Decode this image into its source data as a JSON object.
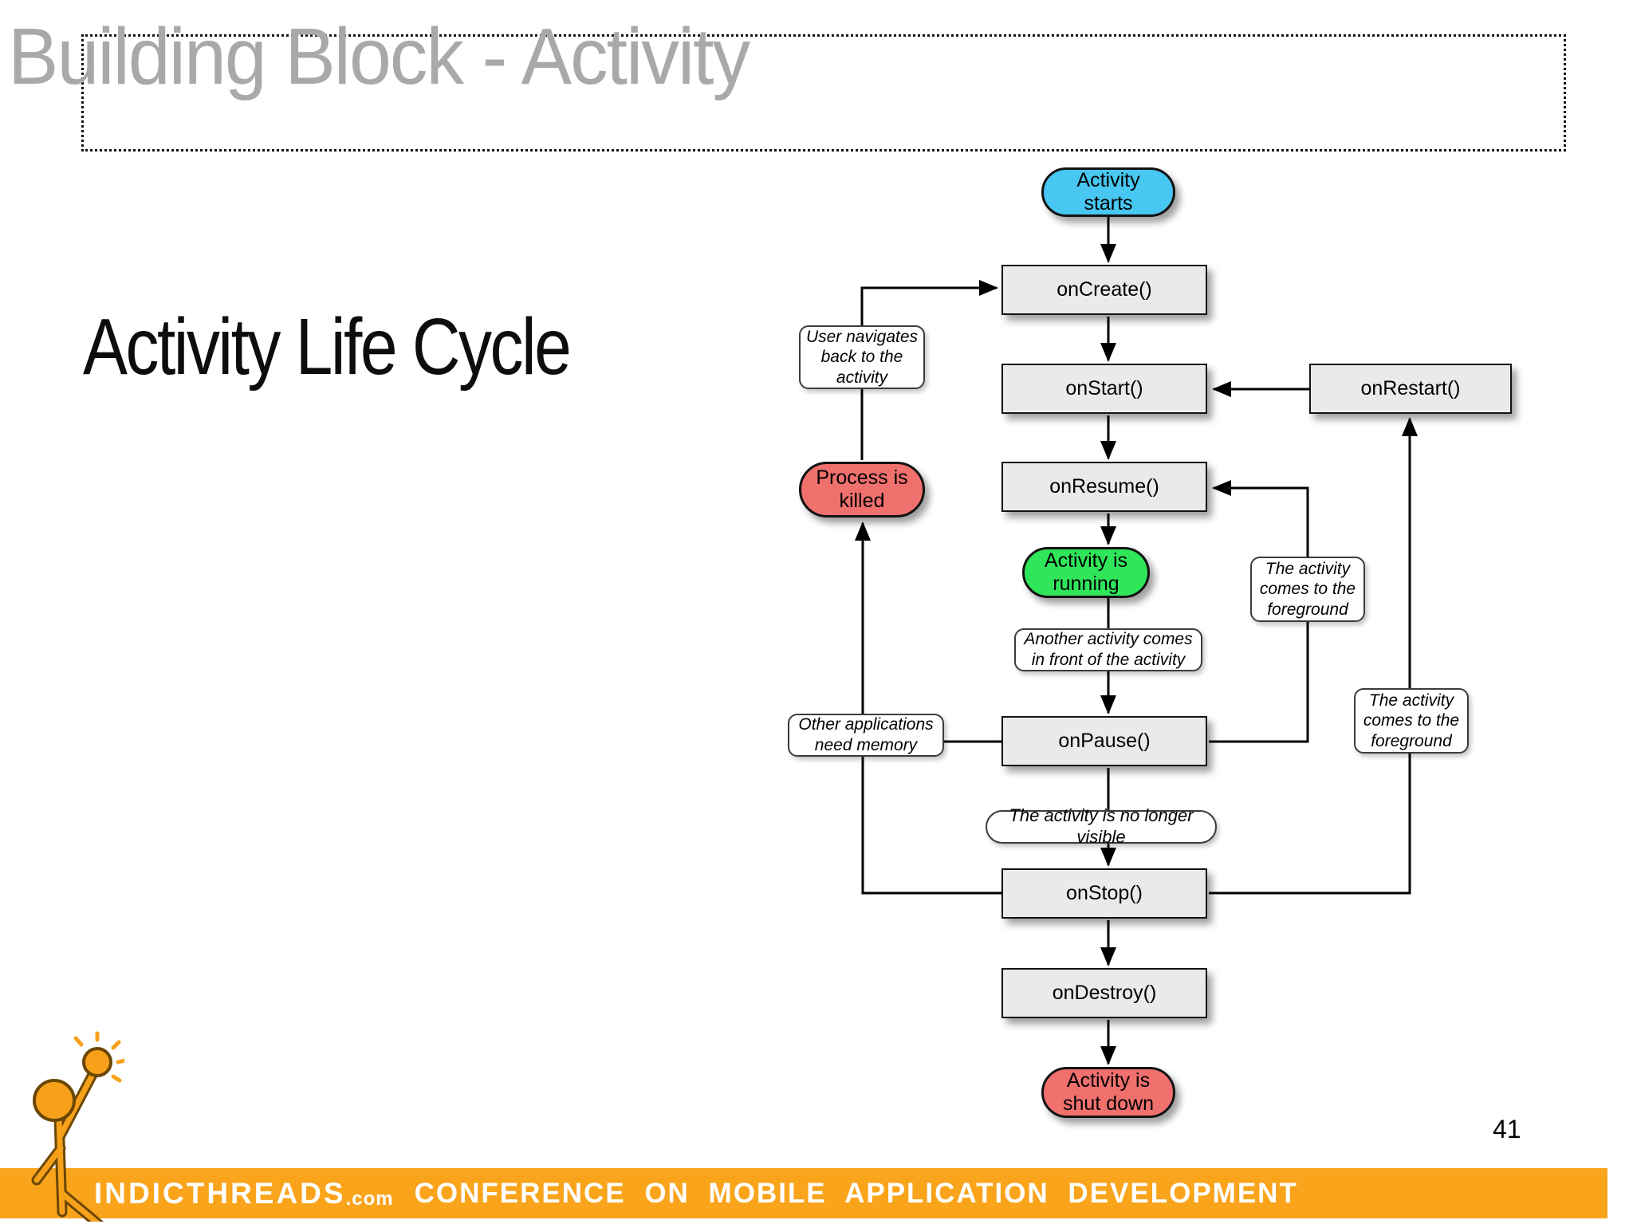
{
  "slide": {
    "title": "Building Block - Activity",
    "heading": "Activity Life Cycle",
    "page_number": "41"
  },
  "footer": {
    "brand": "INDICTHREADS",
    "brand_suffix": ".com",
    "tagline": "CONFERENCE ON MOBILE APPLICATION DEVELOPMENT"
  },
  "colors": {
    "start_node_blue": "#47C7F1",
    "running_node_green": "#2FE65A",
    "terminal_node_red": "#F0706E",
    "callback_box_gray": "#EAEAEA",
    "title_gray": "#A9A9A9",
    "footer_orange": "#F9A41B"
  },
  "diagram": {
    "nodes": {
      "activity_starts": "Activity\nstarts",
      "on_create": "onCreate()",
      "on_start": "onStart()",
      "on_restart": "onRestart()",
      "on_resume": "onResume()",
      "activity_running": "Activity is\nrunning",
      "process_killed": "Process is\nkilled",
      "on_pause": "onPause()",
      "on_stop": "onStop()",
      "on_destroy": "onDestroy()",
      "activity_shutdown": "Activity is\nshut down"
    },
    "annotations": {
      "user_navigates": "User navigates\nback to the\nactivity",
      "another_activity": "Another activity comes\nin front of the activity",
      "foreground_inner": "The activity\ncomes to the\nforeground",
      "other_apps": "Other applications\nneed memory",
      "foreground_outer": "The activity\ncomes to the\nforeground",
      "no_longer_visible": "The activity is no longer visible"
    },
    "edges": [
      {
        "from": "Activity starts",
        "to": "onCreate()"
      },
      {
        "from": "onCreate()",
        "to": "onStart()"
      },
      {
        "from": "onStart()",
        "to": "onResume()"
      },
      {
        "from": "onResume()",
        "to": "Activity is running"
      },
      {
        "from": "Activity is running",
        "to": "onPause()",
        "label": "Another activity comes in front of the activity"
      },
      {
        "from": "onPause()",
        "to": "onStop()",
        "label": "The activity is no longer visible"
      },
      {
        "from": "onStop()",
        "to": "onDestroy()"
      },
      {
        "from": "onDestroy()",
        "to": "Activity is shut down"
      },
      {
        "from": "onPause()",
        "to": "onResume()",
        "label": "The activity comes to the foreground"
      },
      {
        "from": "onStop()",
        "to": "onRestart()",
        "label": "The activity comes to the foreground"
      },
      {
        "from": "onRestart()",
        "to": "onStart()"
      },
      {
        "from": "onPause()",
        "to": "Process is killed",
        "label": "Other applications need memory"
      },
      {
        "from": "onStop()",
        "to": "Process is killed"
      },
      {
        "from": "Process is killed",
        "to": "onCreate()",
        "label": "User navigates back to the activity"
      }
    ]
  }
}
